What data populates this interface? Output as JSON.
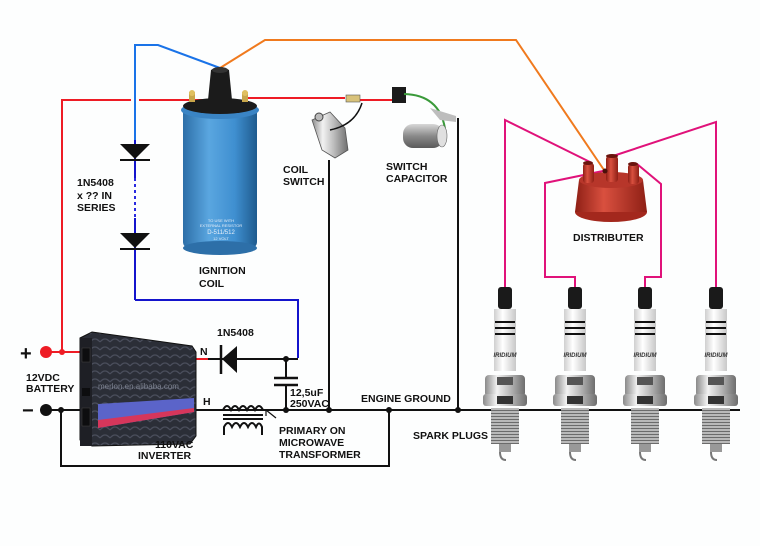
{
  "title": "Ignition coil spark generator wiring diagram",
  "colors": {
    "positive_wire": "#ee1c25",
    "diode_string_wire": "#1414cc",
    "coil_top_wire": "#1a73e8",
    "high_tension_wire": "#f07a1e",
    "plug_wires": "#e0127a",
    "ground_wire": "#111111",
    "coil_body": "#3f8fd0",
    "distributor_cap": "#c0392b"
  },
  "labels": {
    "diode_string": [
      "1N5408",
      "x ?? IN",
      "SERIES"
    ],
    "ignition_coil": [
      "IGNITION",
      "COIL"
    ],
    "coil_switch": [
      "COIL",
      "SWITCH"
    ],
    "switch_capacitor": [
      "SWITCH",
      "CAPACITOR"
    ],
    "distributer": "DISTRIBUTER",
    "battery_plus": "+",
    "battery_minus": "−",
    "battery": [
      "12VDC",
      "BATTERY"
    ],
    "inverter": [
      "110VAC",
      "INVERTER"
    ],
    "inverter_n": "N",
    "inverter_h": "H",
    "rectifier_diode": "1N5408",
    "capacitor": [
      "12,5uF",
      "250VAC"
    ],
    "transformer": [
      "PRIMARY ON",
      "MICROWAVE",
      "TRANSFORMER"
    ],
    "engine_ground": "ENGINE GROUND",
    "spark_plugs": "SPARK PLUGS"
  },
  "coil_print": [
    "TO USE WITH",
    "EXTERNAL RESISTOR",
    "D-511/512",
    "12 VOLT"
  ],
  "inverter_watermark": "merlon.en.alibaba.com",
  "plug_brand": "IRIDIUM",
  "spark_plug_count": 4
}
